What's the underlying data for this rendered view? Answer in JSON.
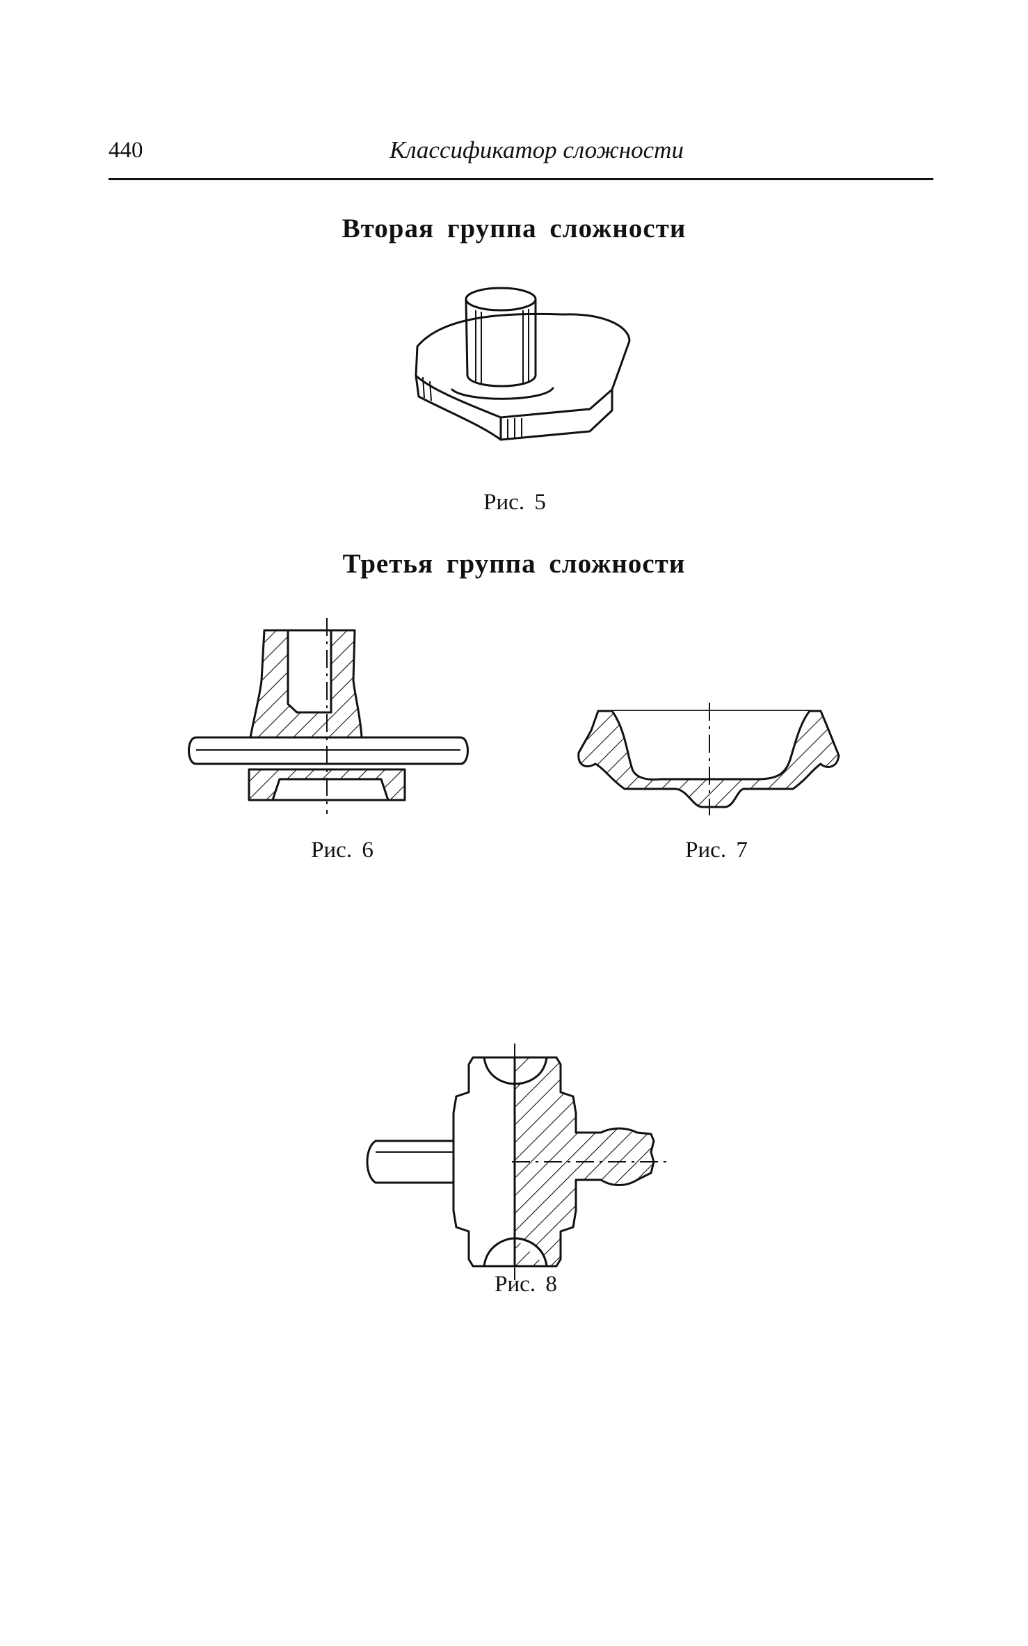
{
  "header": {
    "page_number": "440",
    "running_title": "Классификатор сложности"
  },
  "sections": [
    {
      "heading": "Вторая группа сложности"
    },
    {
      "heading": "Третья группа сложности"
    }
  ],
  "figures": [
    {
      "caption": "Рис. 5",
      "icon": "forging-flange-with-boss-icon"
    },
    {
      "caption": "Рис. 6",
      "icon": "forging-section-cup-with-flange-icon"
    },
    {
      "caption": "Рис. 7",
      "icon": "forging-section-bowl-icon"
    },
    {
      "caption": "Рис. 8",
      "icon": "forging-section-double-flange-shaft-icon"
    }
  ]
}
